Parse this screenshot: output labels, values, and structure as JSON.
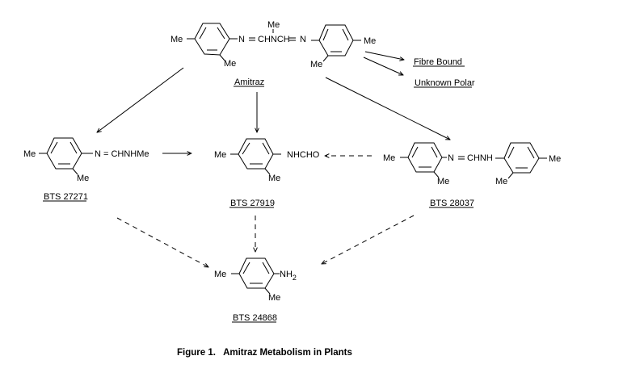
{
  "figure": {
    "caption": "Figure 1.   Amitraz Metabolism in Plants"
  },
  "compounds": {
    "amitraz": {
      "name": "Amitraz",
      "labels": {
        "left_para_me": "Me",
        "left_ortho_me": "Me",
        "n1": "N",
        "eq1": "=",
        "chain": "CHNCH",
        "chain_me": "Me",
        "eq2": "=",
        "n2": "N",
        "right_ortho_me": "Me",
        "right_para_me": "Me"
      }
    },
    "bts27271": {
      "name": "BTS 27271",
      "labels": {
        "para_me": "Me",
        "ortho_me": "Me",
        "substituent": "N = CHNHMe"
      }
    },
    "bts27919": {
      "name": "BTS 27919",
      "labels": {
        "para_me": "Me",
        "ortho_me": "Me",
        "substituent": "NHCHO"
      }
    },
    "bts28037": {
      "name": "BTS 28037",
      "labels": {
        "left_para_me": "Me",
        "left_ortho_me": "Me",
        "substituent": "N = CHNH",
        "right_ortho_me": "Me",
        "right_para_me": "Me"
      }
    },
    "bts24868": {
      "name": "BTS 24868",
      "labels": {
        "para_me": "Me",
        "ortho_me": "Me",
        "substituent": "NH",
        "subscript": "2"
      }
    }
  },
  "side_products": {
    "fibre_bound": "Fibre Bound",
    "unknown_polar": "Unknown Polar"
  },
  "pathways": [
    {
      "from": "Amitraz",
      "to": "BTS 27271",
      "style": "solid"
    },
    {
      "from": "Amitraz",
      "to": "BTS 27919",
      "style": "solid"
    },
    {
      "from": "Amitraz",
      "to": "BTS 28037",
      "style": "solid"
    },
    {
      "from": "Amitraz",
      "to": "Fibre Bound",
      "style": "solid"
    },
    {
      "from": "Amitraz",
      "to": "Unknown Polar",
      "style": "solid"
    },
    {
      "from": "BTS 27271",
      "to": "BTS 27919",
      "style": "solid"
    },
    {
      "from": "BTS 28037",
      "to": "BTS 27919",
      "style": "dashed"
    },
    {
      "from": "BTS 27271",
      "to": "BTS 24868",
      "style": "dashed"
    },
    {
      "from": "BTS 27919",
      "to": "BTS 24868",
      "style": "dashed"
    },
    {
      "from": "BTS 28037",
      "to": "BTS 24868",
      "style": "dashed"
    }
  ]
}
